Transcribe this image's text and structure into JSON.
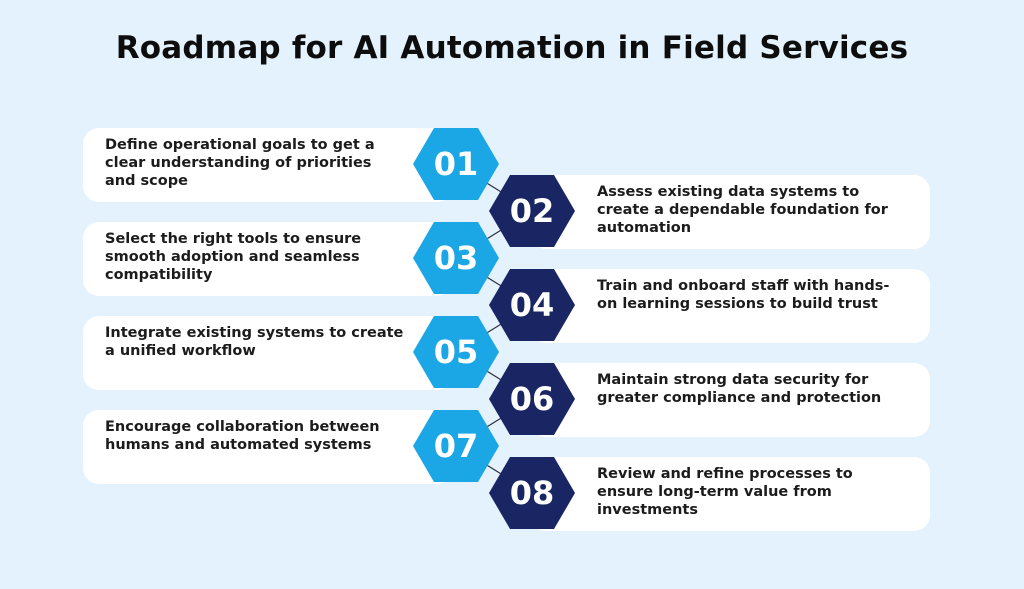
{
  "title": "Roadmap for AI Automation in Field Services",
  "colors": {
    "light_hex": "#1ba6e5",
    "dark_hex": "#1a2663",
    "background": "#e3f2fd",
    "card": "#ffffff"
  },
  "steps": [
    {
      "number": "01",
      "text": "Define operational goals to get a clear understanding of priorities and scope",
      "side": "left"
    },
    {
      "number": "02",
      "text": "Assess existing data systems to create a dependable foundation for automation",
      "side": "right"
    },
    {
      "number": "03",
      "text": "Select the right tools to ensure smooth adoption and seamless compatibility",
      "side": "left"
    },
    {
      "number": "04",
      "text": "Train and onboard staff with hands-on learning sessions to build trust",
      "side": "right"
    },
    {
      "number": "05",
      "text": "Integrate existing systems to create a unified workflow",
      "side": "left"
    },
    {
      "number": "06",
      "text": "Maintain strong data security for greater compliance and protection",
      "side": "right"
    },
    {
      "number": "07",
      "text": "Encourage collaboration between humans and automated systems",
      "side": "left"
    },
    {
      "number": "08",
      "text": "Review and refine processes to ensure long-term value from investments",
      "side": "right"
    }
  ]
}
